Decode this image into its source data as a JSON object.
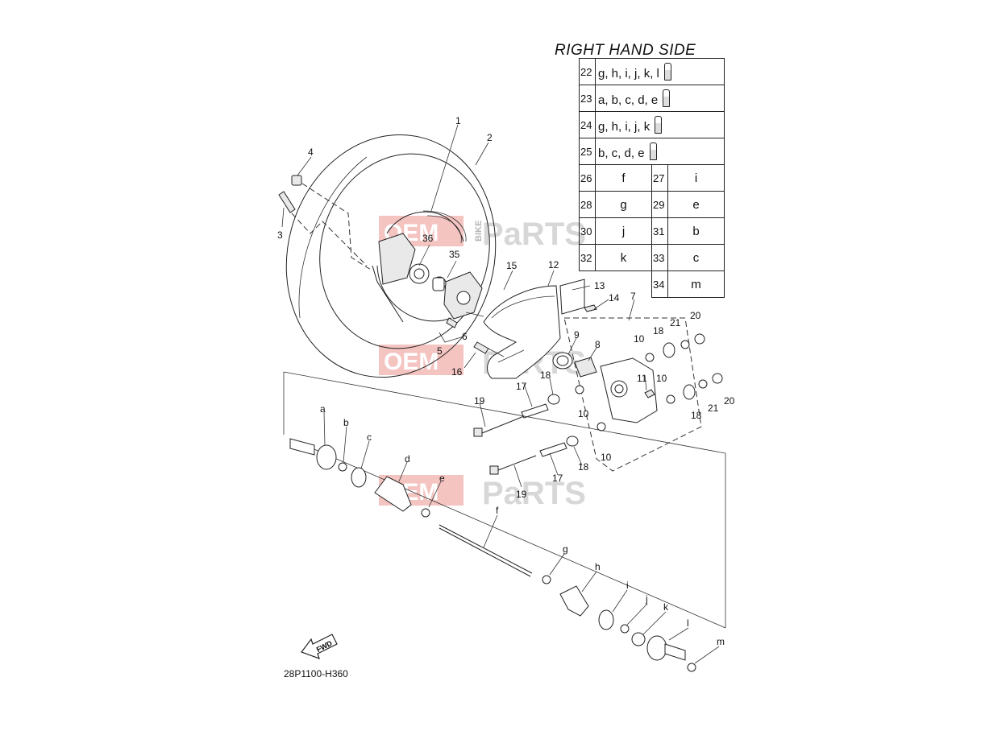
{
  "table": {
    "title": "RIGHT HAND SIDE",
    "kit_rows": [
      {
        "num": "22",
        "parts": "g, h, i, j, k, l"
      },
      {
        "num": "23",
        "parts": "a, b, c, d, e"
      },
      {
        "num": "24",
        "parts": "g, h, i, j, k"
      },
      {
        "num": "25",
        "parts": "b, c, d, e"
      }
    ],
    "pair_rows": [
      {
        "num_a": "26",
        "val_a": "f",
        "num_b": "27",
        "val_b": "i"
      },
      {
        "num_a": "28",
        "val_a": "g",
        "num_b": "29",
        "val_b": "e"
      },
      {
        "num_a": "30",
        "val_a": "j",
        "num_b": "31",
        "val_b": "b"
      },
      {
        "num_a": "32",
        "val_a": "k",
        "num_b": "33",
        "val_b": "c"
      }
    ],
    "last_row": {
      "num": "34",
      "val": "m"
    }
  },
  "watermark": {
    "oem": "OEM",
    "bike": "BIKE",
    "parts": "PaRTS"
  },
  "callouts": [
    "1",
    "2",
    "3",
    "4",
    "5",
    "6",
    "7",
    "8",
    "9",
    "10",
    "10",
    "10",
    "10",
    "11",
    "12",
    "13",
    "14",
    "15",
    "16",
    "17",
    "17",
    "18",
    "18",
    "18",
    "18",
    "19",
    "19",
    "20",
    "20",
    "21",
    "21",
    "35",
    "36",
    "a",
    "b",
    "c",
    "d",
    "e",
    "f",
    "g",
    "h",
    "i",
    "j",
    "k",
    "l",
    "m"
  ],
  "fwd_label": "FWD",
  "diagram_code": "28P1100-H360",
  "colors": {
    "watermark": "#e04a4a",
    "watermark_grey": "#9a9a9a",
    "line": "#222222"
  }
}
